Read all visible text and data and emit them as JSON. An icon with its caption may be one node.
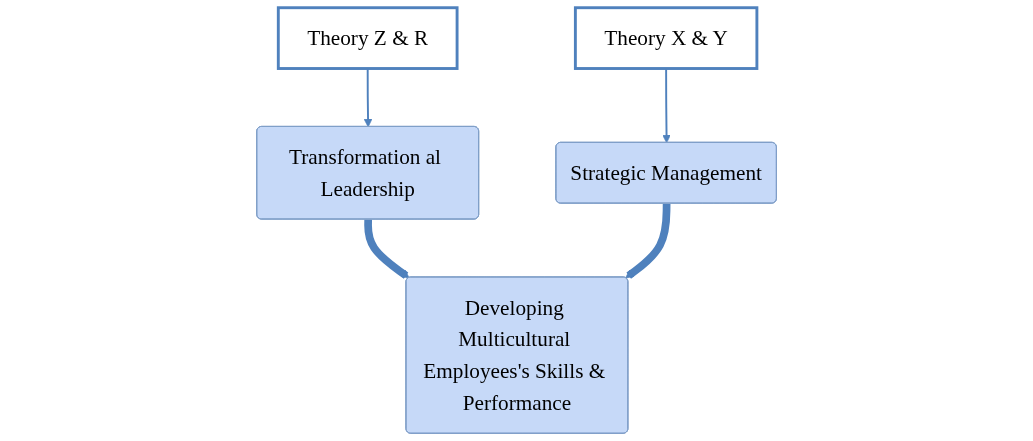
{
  "diagram": {
    "nodes": [
      {
        "text": [
          "Theory Z & R"
        ]
      },
      {
        "text": [
          "Theory X & Y"
        ]
      },
      {
        "text": [
          "Transformation al Leadership"
        ]
      },
      {
        "text": [
          "Developing Multicultural Employees's Skills & Performance"
        ]
      },
      {
        "text": [
          "Strategic Management"
        ]
      }
    ],
    "edges": [
      {
        "from": 0,
        "to": 2,
        "arrow": "to"
      },
      {
        "from": 1,
        "to": 4,
        "arrow": "to"
      },
      {
        "from": 2,
        "to": 3,
        "arrow": "to",
        "style": "thick"
      },
      {
        "from": 4,
        "to": 3,
        "arrow": "to",
        "style": "thick"
      }
    ]
  }
}
